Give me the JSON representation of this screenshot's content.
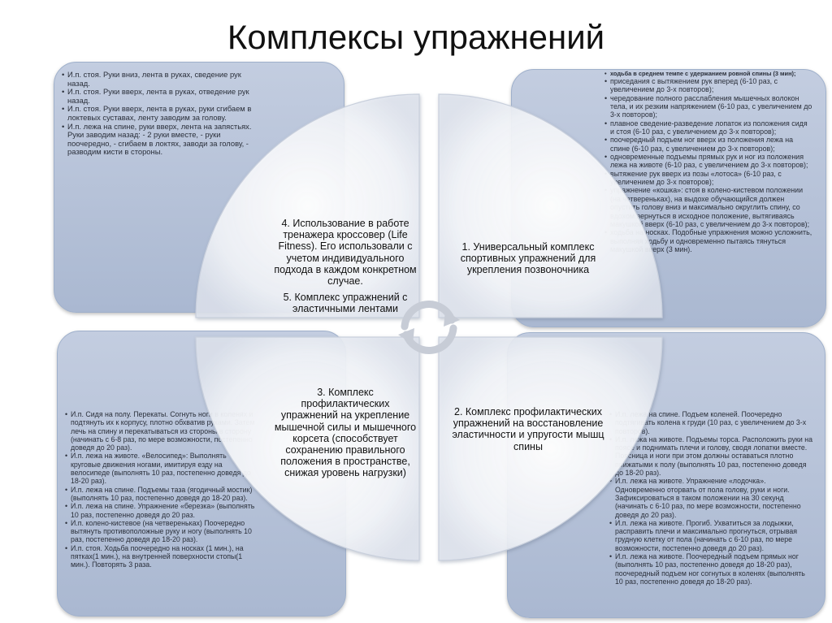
{
  "title": "Комплексы упражнений",
  "quadrants": {
    "top_left": {
      "lines": [
        "4. Использование в работе тренажера кроссовер (Life Fitness). Его использовали с учетом индивидуального подхода в каждом конкретном случае.",
        "5. Комплекс упражнений с эластичными лентами"
      ]
    },
    "top_right": {
      "text": "1. Универсальный комплекс спортивных упражнений для укрепления позвоночника"
    },
    "bottom_left": {
      "text": "3. Комплекс профилактических упражнений на укрепление мышечной силы и мышечного корсета (способствует сохранению правильного положения в пространстве, снижая уровень нагрузки)"
    },
    "bottom_right": {
      "text": "2. Комплекс профилактических упражнений на восстановление эластичности и упругости мышц спины"
    }
  },
  "boxes": {
    "top_left": [
      "И.п. стоя. Руки вниз, лента в руках, сведение рук назад.",
      "И.п. стоя. Руки вверх, лента в руках, отведение рук назад.",
      "И.п. стоя. Руки вверх, лента в руках, руки сгибаем в локтевых суставах, ленту заводим за голову.",
      "И.п. лежа на спине, руки вверх, лента на запястьях. Руки заводим назад: - 2 руки вместе, - руки поочередно, - сгибаем в локтях, заводи за голову, - разводим кисти в стороны."
    ],
    "top_right": [
      "ходьба в среднем темпе с удержанием ровной спины (3 мин);",
      "приседания с вытяжением рук вперед (6-10 раз, с увеличением до 3-х повторов);",
      "чередование полного расслабления мышечных волокон тела, и их резким напряжением (6-10 раз, с увеличением до 3-х повторов);",
      "плавное сведение-разведение лопаток из положения сидя и стоя (6-10 раз, с увеличением до 3-х повторов);",
      "поочередный подъем ног вверх из положения лежа на спине (6-10 раз, с увеличением до 3-х повторов);",
      "одновременные подъемы прямых рук и ног из положения лежа на животе (6-10 раз, с увеличением до 3-х повторов);",
      "вытяжение рук вверх из позы «лотоса» (6-10 раз, с увеличением до 3-х повторов);",
      "упражнение «кошка»: стоя в колено-кистевом положении (на четвереньках), на выдохе обучающийся должен опустить голову вниз и максимально округлить спину, со вдохом вернуться в исходное положение, вытягиваясь макушкой вверх (6-10 раз, с увеличением до 3-х повторов);",
      "ходьба на носках. Подобные упражнения можно усложнить, выполняя ходьбу и одновременно пытаясь тянуться макушкой вверх (3 мин)."
    ],
    "bottom_left": [
      "И.п. Сидя на полу. Перекаты. Согнуть ноги в коленях и подтянуть их к корпусу, плотно обхватив руками. Затем лечь на спину и перекатываться из стороны в сторону (начинать с 6-8 раз, по мере возможности, постепенно доведя до 20 раз).",
      "И.п. лежа на животе. «Велосипед»: Выполнять круговые движения ногами, имитируя езду на велосипеде (выполнять 10 раз, постепенно доведя до 18-20 раз).",
      "И.п. лежа на спине. Подъемы таза (ягодичный мостик) (выполнять 10 раз, постепенно доведя до 18-20 раз).",
      "И.п. лежа на спине. Упражнение «березка» (выполнять 10 раз, постепенно доведя до 20 раз.",
      "И.п. колено-кистевое (на четвереньках) Поочередно вытянуть противоположные руку и ногу (выполнять 10 раз, постепенно доведя до 18-20 раз).",
      "И.п. стоя. Ходьба поочередно на носках (1 мин.), на пятках(1 мин.), на внутренней поверхности стопы(1 мин.). Повторять 3 раза."
    ],
    "bottom_right": [
      "И.п. лежа на спине. Подъем коленей. Поочередно подтягивать колена к груди (10 раз, с увеличением до 3-х повторов).",
      "И.п. лежа на животе. Подъемы торса. Расположить руки на поясе и поднимать плечи и голову, сводя лопатки вместе. Поясница и ноги при этом должны оставаться плотно прижатыми к полу (выполнять 10 раз, постепенно доведя до 18-20 раз).",
      "И.п. лежа на животе. Упражнение «лодочка». Одновременно оторвать от пола голову, руки и ноги. Зафиксироваться в таком положении на 30 секунд (начинать с 6-10 раз, по мере возможности, постепенно доведя до 20 раз).",
      "И.п. лежа на животе. Прогиб. Ухватиться за лодыжки, расправить плечи и максимально прогнуться, отрывая грудную клетку от пола (начинать с 6-10 раз, по мере возможности, постепенно доведя до 20 раз).",
      "И.п. лежа на животе. Поочередный подъем прямых ног (выполнять 10 раз, постепенно доведя до 18-20 раз), поочередный подъем ног согнутых в коленях (выполнять 10 раз, постепенно доведя до 18-20 раз)."
    ]
  },
  "colors": {
    "box": "#b3c0d7",
    "circle": "#ffffff",
    "text": "#111111"
  }
}
